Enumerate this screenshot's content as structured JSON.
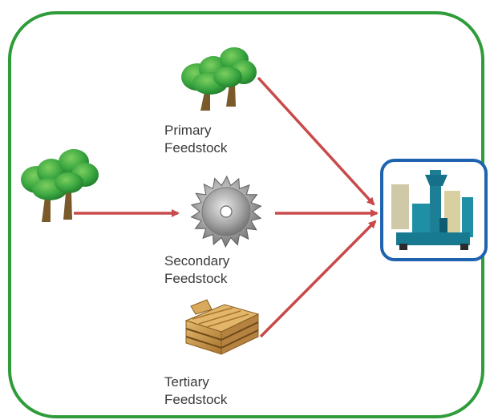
{
  "feedstocks": [
    {
      "id": "primary",
      "line1": "Primary",
      "line2": "Feedstock",
      "icon": "tree-group-icon"
    },
    {
      "id": "secondary",
      "line1": "Secondary",
      "line2": "Feedstock",
      "icon": "saw-blade-icon"
    },
    {
      "id": "tertiary",
      "line1": "Tertiary",
      "line2": "Feedstock",
      "icon": "wood-pallet-icon"
    }
  ],
  "source_icon": "tree-group-icon",
  "destination_icon": "pellet-mill-machine-icon",
  "colors": {
    "frame_border": "#2f9c3a",
    "arrow": "#c94a4a",
    "machine_border": "#1f63b0",
    "tree_foliage": "#3aa640",
    "tree_trunk": "#7a5a2a",
    "saw_blade": "#8a8a8a",
    "pallet_wood": "#c99a4e"
  }
}
